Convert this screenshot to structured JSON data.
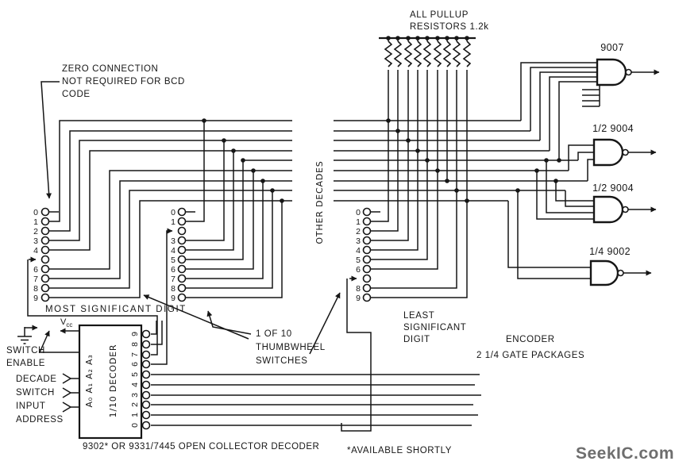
{
  "colors": {
    "ink": "#161616",
    "watermark": "#6e6e6e",
    "background": "#ffffff"
  },
  "notes": {
    "zero_connection": [
      "ZERO CONNECTION",
      "NOT REQUIRED FOR BCD",
      "CODE"
    ],
    "pullup": [
      "ALL PULLUP",
      "RESISTORS 1.2k"
    ],
    "thumbwheel": [
      "1 OF 10",
      "THUMBWHEEL",
      "SWITCHES"
    ],
    "encoder": [
      "ENCODER",
      "2 1/4 GATE PACKAGES"
    ],
    "available": "*AVAILABLE SHORTLY"
  },
  "labels": {
    "msd": "MOST SIGNIFICANT DIGIT",
    "lsd": [
      "LEAST",
      "SIGNIFICANT",
      "DIGIT"
    ],
    "other_decades": "OTHER DECADES",
    "switch_enable": [
      "SWITCH",
      "ENABLE"
    ],
    "address": [
      "DECADE",
      "SWITCH",
      "INPUT",
      "ADDRESS"
    ],
    "vcc_main": "V",
    "vcc_sub": "cc"
  },
  "digits": [
    "0",
    "1",
    "2",
    "3",
    "4",
    "5",
    "6",
    "7",
    "8",
    "9"
  ],
  "gates": {
    "g1": "9007",
    "g2": "1/2 9004",
    "g3": "1/2 9004",
    "g4": "1/4 9002"
  },
  "decoder": {
    "address_pins": "A₀ A₁ A₂ A₃",
    "name": "1/10 DECODER",
    "caption": "9302* OR 9331/7445 OPEN COLLECTOR DECODER"
  },
  "watermark": "SeekIC.com"
}
